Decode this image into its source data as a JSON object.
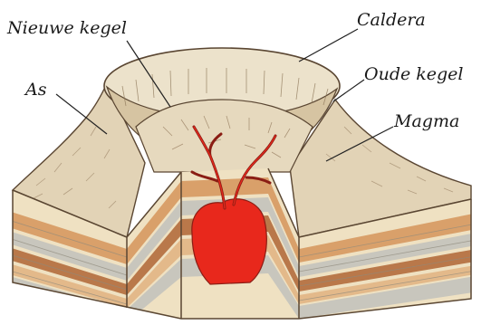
{
  "labels": {
    "nieuwe_kegel": "Nieuwe kegel",
    "caldera": "Caldera",
    "oude_kegel": "Oude kegel",
    "as": "As",
    "magma": "Magma"
  },
  "colors": {
    "ash_surface": "#e3d6bd",
    "ash_shadow": "#c9b28f",
    "layer_tan": "#d9a06a",
    "layer_grey": "#c8c6bd",
    "layer_cream": "#efe1c2",
    "layer_brown": "#b9784a",
    "magma": "#e8281c",
    "conduit": "#8a1d14",
    "outline": "#5a4632"
  }
}
